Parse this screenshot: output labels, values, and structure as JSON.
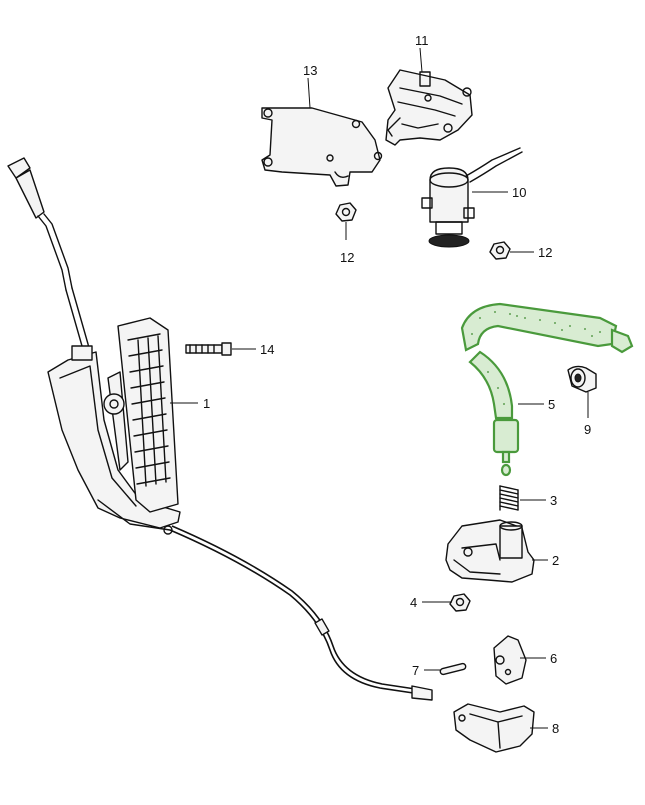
{
  "diagram": {
    "title": "Accelerator pedal and cable assembly",
    "highlight_color": "#4a9a3c",
    "highlight_fill": "#d8ecd2",
    "line_color": "#111111"
  },
  "callouts": {
    "c1": "1",
    "c2": "2",
    "c3": "3",
    "c4": "4",
    "c5": "5",
    "c6": "6",
    "c7": "7",
    "c8": "8",
    "c9": "9",
    "c10": "10",
    "c11": "11",
    "c12a": "12",
    "c12b": "12",
    "c13": "13",
    "c14": "14"
  }
}
